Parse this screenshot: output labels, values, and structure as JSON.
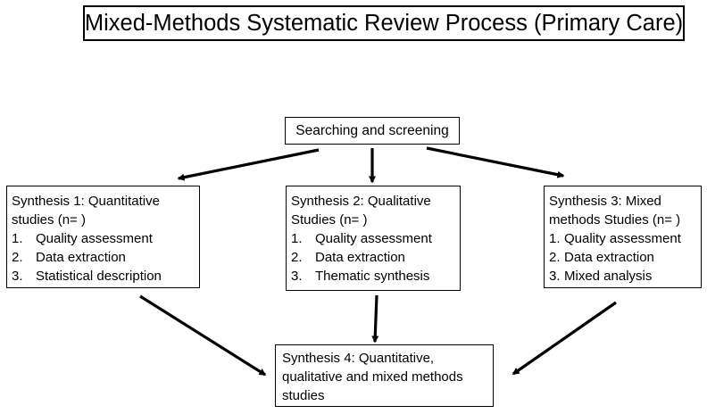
{
  "title": "Mixed-Methods Systematic Review Process (Primary Care)",
  "search": {
    "label": "Searching and screening"
  },
  "synthesis1": {
    "heading": "Synthesis 1: Quantitative\nstudies (n= )",
    "steps": [
      {
        "num": "1.",
        "text": "Quality assessment"
      },
      {
        "num": "2.",
        "text": "Data extraction"
      },
      {
        "num": "3.",
        "text": "Statistical description"
      }
    ]
  },
  "synthesis2": {
    "heading": "Synthesis 2: Qualitative\nStudies (n= )",
    "steps": [
      {
        "num": "1.",
        "text": "Quality assessment"
      },
      {
        "num": "2.",
        "text": "Data extraction"
      },
      {
        "num": "3.",
        "text": "Thematic synthesis"
      }
    ]
  },
  "synthesis3": {
    "heading": "Synthesis 3: Mixed\nmethods Studies (n= )",
    "steps": [
      {
        "num": "1.",
        "text": "Quality assessment"
      },
      {
        "num": "2.",
        "text": "Data extraction"
      },
      {
        "num": "3.",
        "text": "Mixed analysis"
      }
    ]
  },
  "synthesis4": {
    "heading": "Synthesis 4: Quantitative,\nqualitative and mixed methods\nstudies"
  },
  "colors": {
    "line": "#000000",
    "background": "#ffffff"
  }
}
